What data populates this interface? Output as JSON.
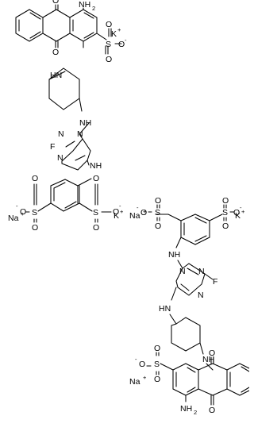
{
  "structure": {
    "labels": {
      "o": "O",
      "nh2": "NH",
      "nh2_sub": "2",
      "s": "S",
      "nh": "NH",
      "hn": "HN",
      "n": "N",
      "f": "F",
      "o_minus": "O",
      "minus": "-",
      "k": "K",
      "na": "Na",
      "plus": "+"
    }
  }
}
